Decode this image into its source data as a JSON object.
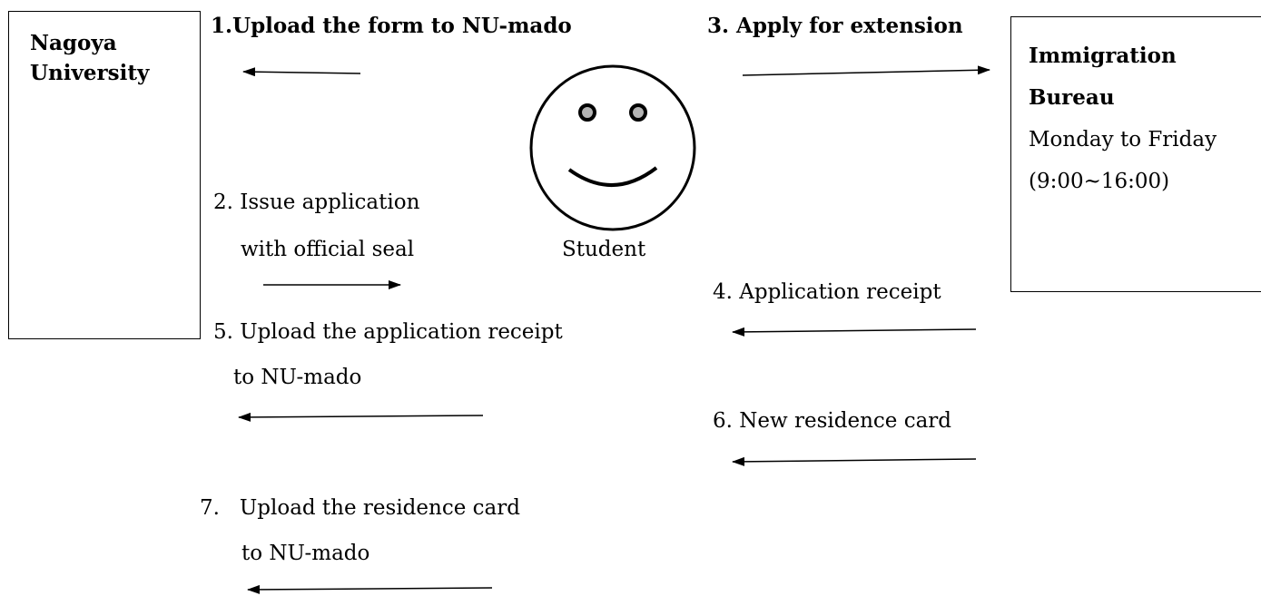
{
  "nagoya_box": {
    "line1": "Nagoya",
    "line2": "University"
  },
  "immigration_box": {
    "line1": "Immigration",
    "line2": "Bureau",
    "line3": "Monday to Friday",
    "line4": "(9:00~16:00)"
  },
  "student_label": "Student",
  "steps": {
    "s1": "1.Upload the form to NU-mado",
    "s2a": "2. Issue application",
    "s2b": "with official seal",
    "s3": "3. Apply for extension",
    "s4": "4. Application receipt",
    "s5a": "5. Upload the application receipt",
    "s5b": "to NU-mado",
    "s6": "6. New residence card",
    "s7a": "7.   Upload the residence card",
    "s7b": "to NU-mado"
  },
  "colors": {
    "stroke": "#000000",
    "eye_fill": "#b3b3b3"
  }
}
